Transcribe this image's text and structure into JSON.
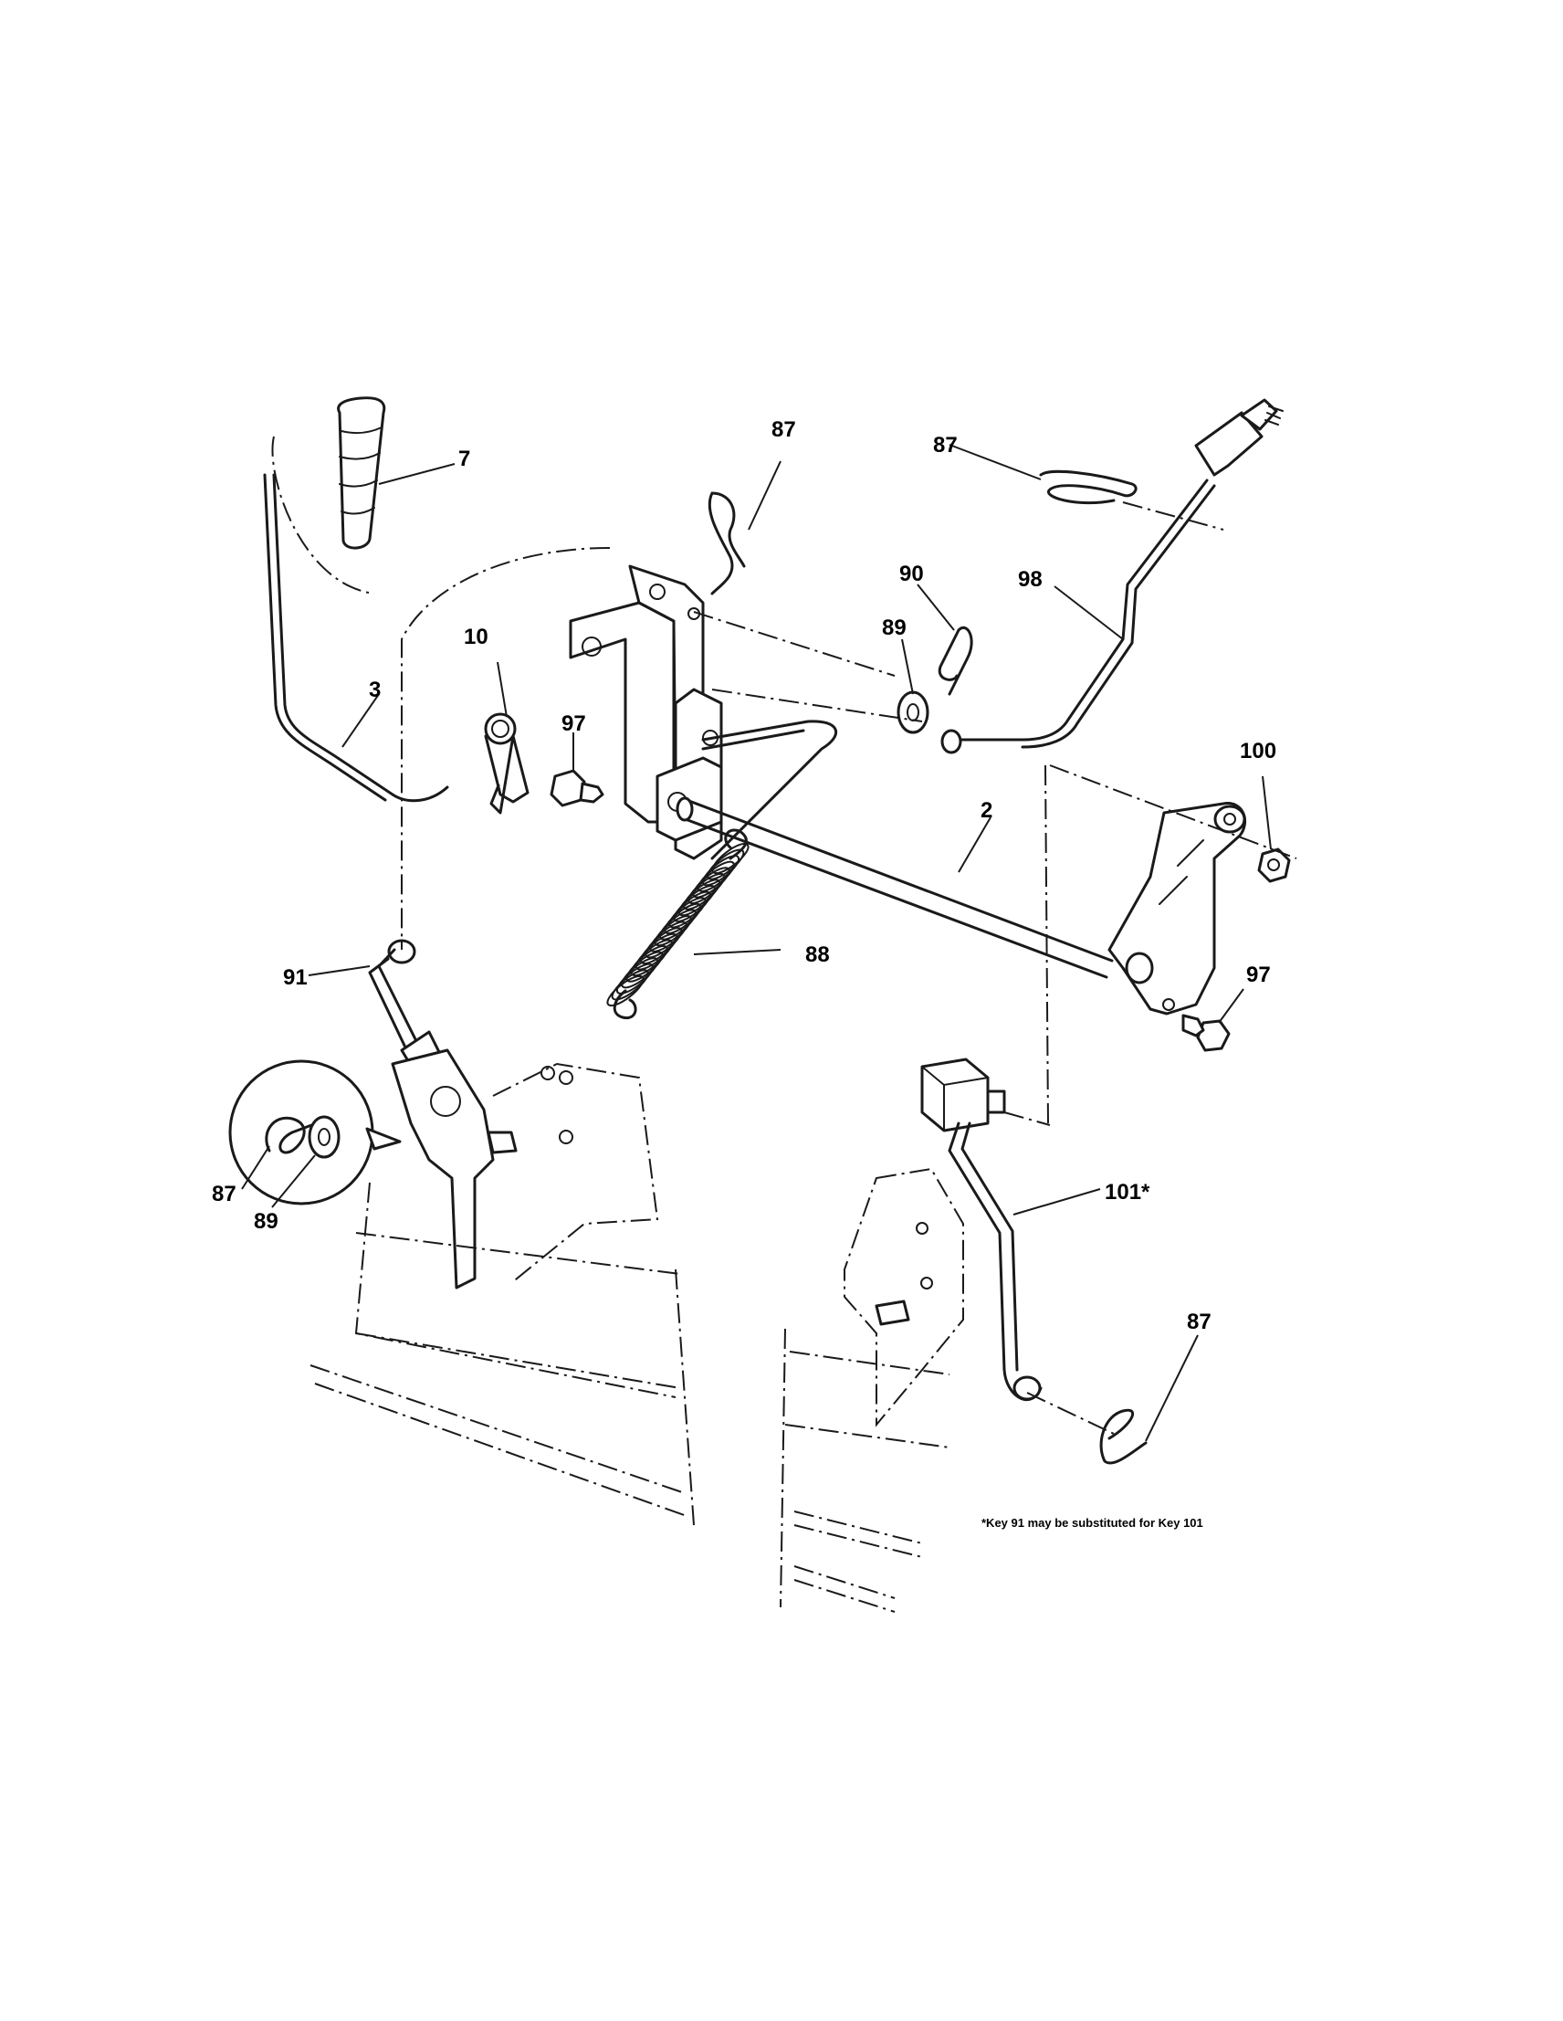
{
  "callouts": {
    "c7": "7",
    "c87_top": "87",
    "c87_right": "87",
    "c90": "90",
    "c98": "98",
    "c89_top": "89",
    "c10": "10",
    "c3": "3",
    "c97_top": "97",
    "c2": "2",
    "c100": "100",
    "c88": "88",
    "c97_right": "97",
    "c91": "91",
    "c87_detail": "87",
    "c89_detail": "89",
    "c101": "101*",
    "c87_bottom": "87"
  },
  "footnote": "*Key 91 may be substituted for Key 101"
}
